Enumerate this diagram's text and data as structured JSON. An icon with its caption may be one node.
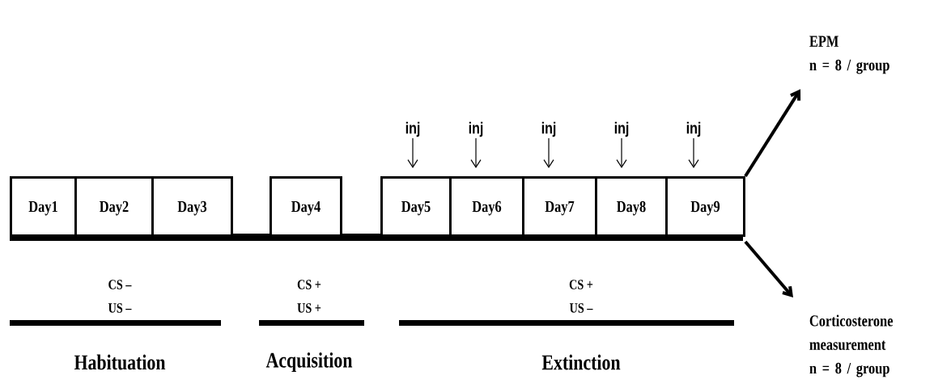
{
  "diagram": {
    "nodes": [
      {
        "text": [
          "Day1"
        ]
      },
      {
        "text": [
          "Day2"
        ]
      },
      {
        "text": [
          "Day3"
        ]
      },
      {
        "text": [
          "Day4"
        ]
      },
      {
        "text": [
          "Day5"
        ]
      },
      {
        "text": [
          "Day6"
        ]
      },
      {
        "text": [
          "Day7"
        ]
      },
      {
        "text": [
          "Day8"
        ]
      },
      {
        "text": [
          "Day9"
        ]
      },
      {
        "text": [
          "inj"
        ]
      },
      {
        "text": [
          "inj"
        ]
      },
      {
        "text": [
          "inj"
        ]
      },
      {
        "text": [
          "inj"
        ]
      },
      {
        "text": [
          "inj"
        ]
      },
      {
        "text": [
          "EPM",
          "n = 8 / group"
        ]
      },
      {
        "text": [
          "Corticosterone measurement",
          "n = 8 / group"
        ]
      }
    ],
    "edges": [
      {
        "from": 9,
        "to": 4,
        "arrow": "to"
      },
      {
        "from": 10,
        "to": 5,
        "arrow": "to"
      },
      {
        "from": 11,
        "to": 6,
        "arrow": "to"
      },
      {
        "from": 12,
        "to": 7,
        "arrow": "to"
      },
      {
        "from": 13,
        "to": 8,
        "arrow": "to"
      },
      {
        "from": 8,
        "to": 14,
        "arrow": "to",
        "style": "thick"
      },
      {
        "from": 8,
        "to": 15,
        "arrow": "to",
        "style": "thick"
      }
    ],
    "labels": [
      "CS –",
      "CS +",
      "CS +",
      "US –",
      "US +",
      "US –",
      "Habituation",
      "Acquisition",
      "Extinction"
    ]
  }
}
